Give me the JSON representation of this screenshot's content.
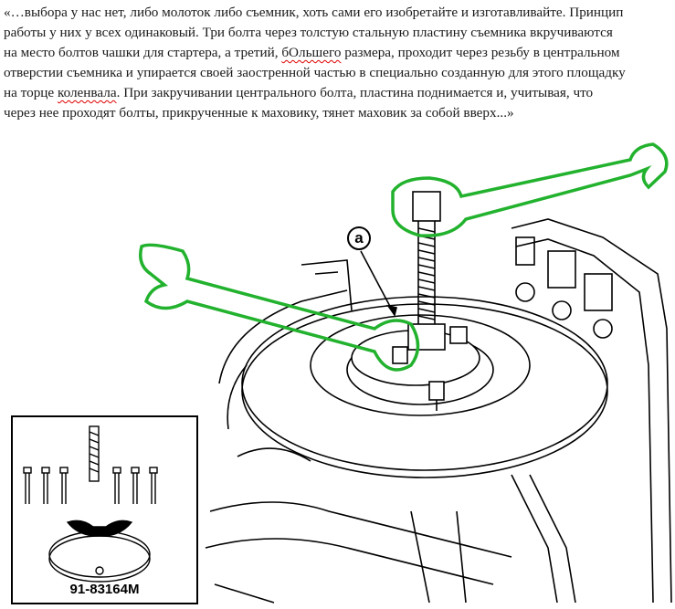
{
  "quote": {
    "line1": "«…выбора у нас нет, либо молоток либо съемник, хоть сами его изобретайте и изготавливайте. Принцип",
    "line2": "работы у них у всех одинаковый. Три болта через толстую стальную пластину съемника вкручиваются",
    "line3_a": "на место болтов чашки для стартера,  а третий, ",
    "line3_misspelled": "бОльшего",
    "line3_b": " размера, проходит через резьбу  в центральном",
    "line4": "отверстии съемника и упирается своей заостренной частью в специально созданную для этого площадку",
    "line5_a": "на торце ",
    "line5_misspelled": "коленвала",
    "line5_b": ". При закручивании центрального болта, пластина поднимается и, учитывая, что",
    "line6": "через нее проходят болты, прикрученные к маховику, тянет маховик за собой вверх...»"
  },
  "illustration": {
    "callout_label": "a",
    "inset_part_number": "91-83164M",
    "wrench_color": "#22b22e"
  }
}
